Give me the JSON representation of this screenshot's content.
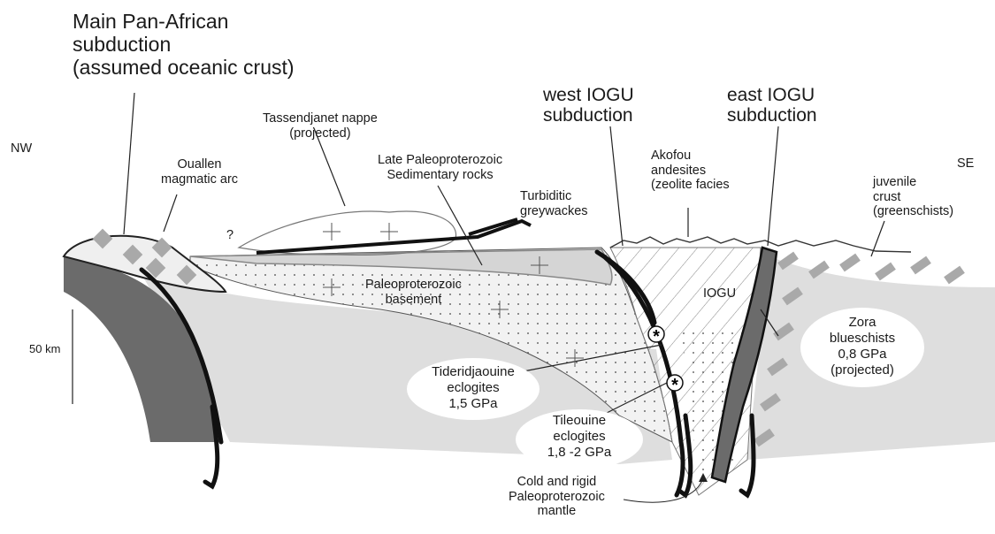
{
  "titles": {
    "main_subduction": "Main Pan-African\nsubduction\n(assumed oceanic crust)",
    "west_iogu": "west IOGU\nsubduction",
    "east_iogu": "east IOGU\nsubduction"
  },
  "orientation": {
    "left": "NW",
    "right": "SE"
  },
  "scale": {
    "label": "50 km"
  },
  "labels": {
    "tassendjanet": "Tassendjanet nappe\n(projected)",
    "late_paleo": "Late Paleoproterozoic\nSedimentary rocks",
    "ouallen": "Ouallen\nmagmatic arc",
    "turbiditic": "Turbiditic\ngreywackes",
    "akofou": "Akofou\nandesites\n(zeolite facies",
    "juvenile": "juvenile\ncrust\n(greenschists)",
    "paleo_basement": "Paleoproterozoic\nbasement",
    "iogu": "IOGU",
    "question": "?",
    "cold_mantle": "Cold and rigid\nPaleoproterozoic\nmantle"
  },
  "pt_ellipses": {
    "tideridjaouine": "Tideridjaouine\neclogites\n1,5 GPa",
    "tileouine": "Tileouine\neclogites\n1,8 -2 GPa",
    "zora": "Zora\nblueschists\n0,8 GPa\n(projected)"
  },
  "markers": {
    "star": "*"
  },
  "colors": {
    "dark_slab": "#6b6b6b",
    "light_lithosphere": "#dedede",
    "mid_gray": "#a9a9a9",
    "line": "#1e1e1e"
  }
}
